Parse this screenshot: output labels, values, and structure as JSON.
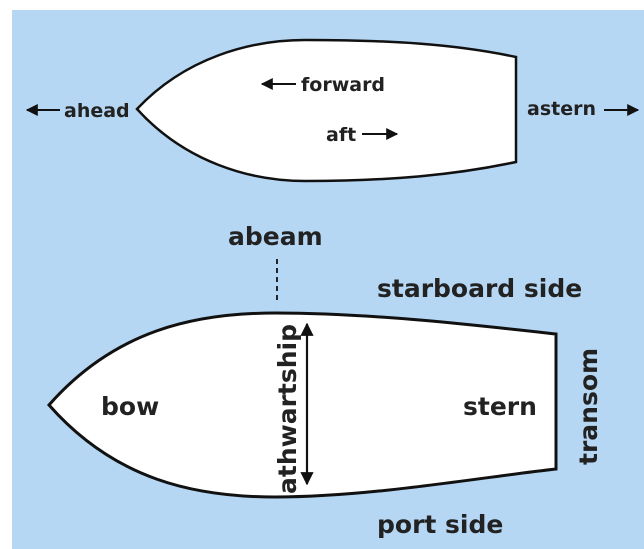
{
  "colors": {
    "background": "#b5d7f3",
    "hull_fill": "#ffffff",
    "outline": "#111111",
    "text": "#222222"
  },
  "top_hull": {
    "ahead": "ahead",
    "forward": "forward",
    "aft": "aft",
    "astern": "astern"
  },
  "bottom_hull": {
    "abeam": "abeam",
    "starboard_side": "starboard side",
    "bow": "bow",
    "athwartship": "athwartship",
    "stern": "stern",
    "transom": "transom",
    "port_side": "port side"
  }
}
